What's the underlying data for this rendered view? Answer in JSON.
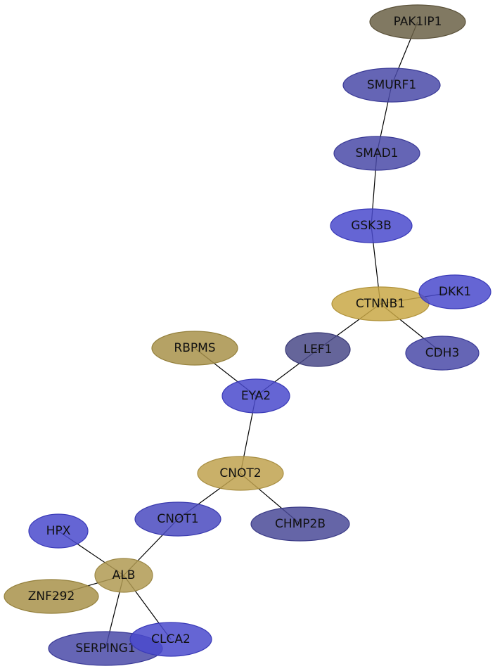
{
  "network": {
    "nodes": [
      {
        "id": "PAK1IP1",
        "label": "PAK1IP1",
        "fill": "#6b6147",
        "stroke": "#5a5139"
      },
      {
        "id": "SMURF1",
        "label": "SMURF1",
        "fill": "#4a4aa8",
        "stroke": "#3a3a96"
      },
      {
        "id": "SMAD1",
        "label": "SMAD1",
        "fill": "#4a4aa8",
        "stroke": "#3a3a96"
      },
      {
        "id": "GSK3B",
        "label": "GSK3B",
        "fill": "#4a4acc",
        "stroke": "#3a3ab8"
      },
      {
        "id": "CTNNB1",
        "label": "CTNNB1",
        "fill": "#c9a846",
        "stroke": "#b0923a"
      },
      {
        "id": "DKK1",
        "label": "DKK1",
        "fill": "#4a4acc",
        "stroke": "#3a3ab8"
      },
      {
        "id": "CDH3",
        "label": "CDH3",
        "fill": "#4a4aa8",
        "stroke": "#3a3a96"
      },
      {
        "id": "LEF1",
        "label": "LEF1",
        "fill": "#4a4a88",
        "stroke": "#3a3a76"
      },
      {
        "id": "RBPMS",
        "label": "RBPMS",
        "fill": "#a8924a",
        "stroke": "#94803c"
      },
      {
        "id": "EYA2",
        "label": "EYA2",
        "fill": "#4a4acc",
        "stroke": "#3a3ab8"
      },
      {
        "id": "CNOT2",
        "label": "CNOT2",
        "fill": "#bfa24f",
        "stroke": "#a88e42"
      },
      {
        "id": "CNOT1",
        "label": "CNOT1",
        "fill": "#4a4ac0",
        "stroke": "#3a3aae"
      },
      {
        "id": "CHMP2B",
        "label": "CHMP2B",
        "fill": "#4a4a98",
        "stroke": "#3a3a86"
      },
      {
        "id": "HPX",
        "label": "HPX",
        "fill": "#4a4acc",
        "stroke": "#3a3ab8"
      },
      {
        "id": "ALB",
        "label": "ALB",
        "fill": "#b09a52",
        "stroke": "#9c8846"
      },
      {
        "id": "ZNF292",
        "label": "ZNF292",
        "fill": "#a8924a",
        "stroke": "#94803c"
      },
      {
        "id": "SERPING1",
        "label": "SERPING1",
        "fill": "#4a4aa8",
        "stroke": "#3a3a96"
      },
      {
        "id": "CLCA2",
        "label": "CLCA2",
        "fill": "#4a4acc",
        "stroke": "#3a3ab8"
      }
    ],
    "edges": [
      [
        "PAK1IP1",
        "SMURF1"
      ],
      [
        "SMURF1",
        "SMAD1"
      ],
      [
        "SMAD1",
        "GSK3B"
      ],
      [
        "GSK3B",
        "CTNNB1"
      ],
      [
        "CTNNB1",
        "DKK1"
      ],
      [
        "CTNNB1",
        "CDH3"
      ],
      [
        "CTNNB1",
        "LEF1"
      ],
      [
        "LEF1",
        "EYA2"
      ],
      [
        "RBPMS",
        "EYA2"
      ],
      [
        "EYA2",
        "CNOT2"
      ],
      [
        "CNOT2",
        "CNOT1"
      ],
      [
        "CNOT2",
        "CHMP2B"
      ],
      [
        "CNOT1",
        "ALB"
      ],
      [
        "HPX",
        "ALB"
      ],
      [
        "ZNF292",
        "ALB"
      ],
      [
        "ALB",
        "SERPING1"
      ],
      [
        "ALB",
        "CLCA2"
      ]
    ]
  }
}
